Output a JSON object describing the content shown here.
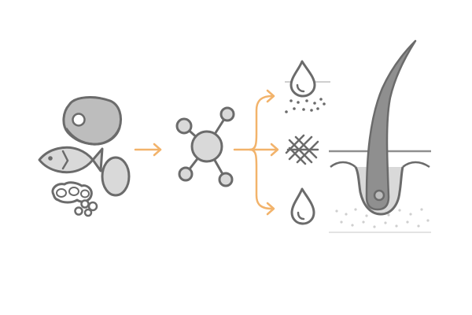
{
  "colors": {
    "background": "#ffffff",
    "outline": "#6b6b6b",
    "fill_light": "#d9d9d9",
    "fill_mid": "#bdbdbd",
    "fill_dark": "#8f8f8f",
    "accent": "#f2b36b",
    "skin_lines": "#cfcfcf"
  },
  "diagram": {
    "stages": [
      {
        "key": "food-sources",
        "icons": [
          "steak-icon",
          "fish-icon",
          "egg-icon",
          "beans-icon"
        ]
      },
      {
        "key": "molecule",
        "icons": [
          "molecule-icon"
        ]
      },
      {
        "key": "outputs",
        "icons": [
          "oil-drop-icon",
          "fiber-mesh-icon",
          "water-drop-icon"
        ]
      },
      {
        "key": "hair-follicle",
        "icons": [
          "hair-follicle-icon"
        ]
      }
    ],
    "connectors": [
      "arrow-food-to-molecule",
      "branch-arrows-to-outputs"
    ]
  }
}
